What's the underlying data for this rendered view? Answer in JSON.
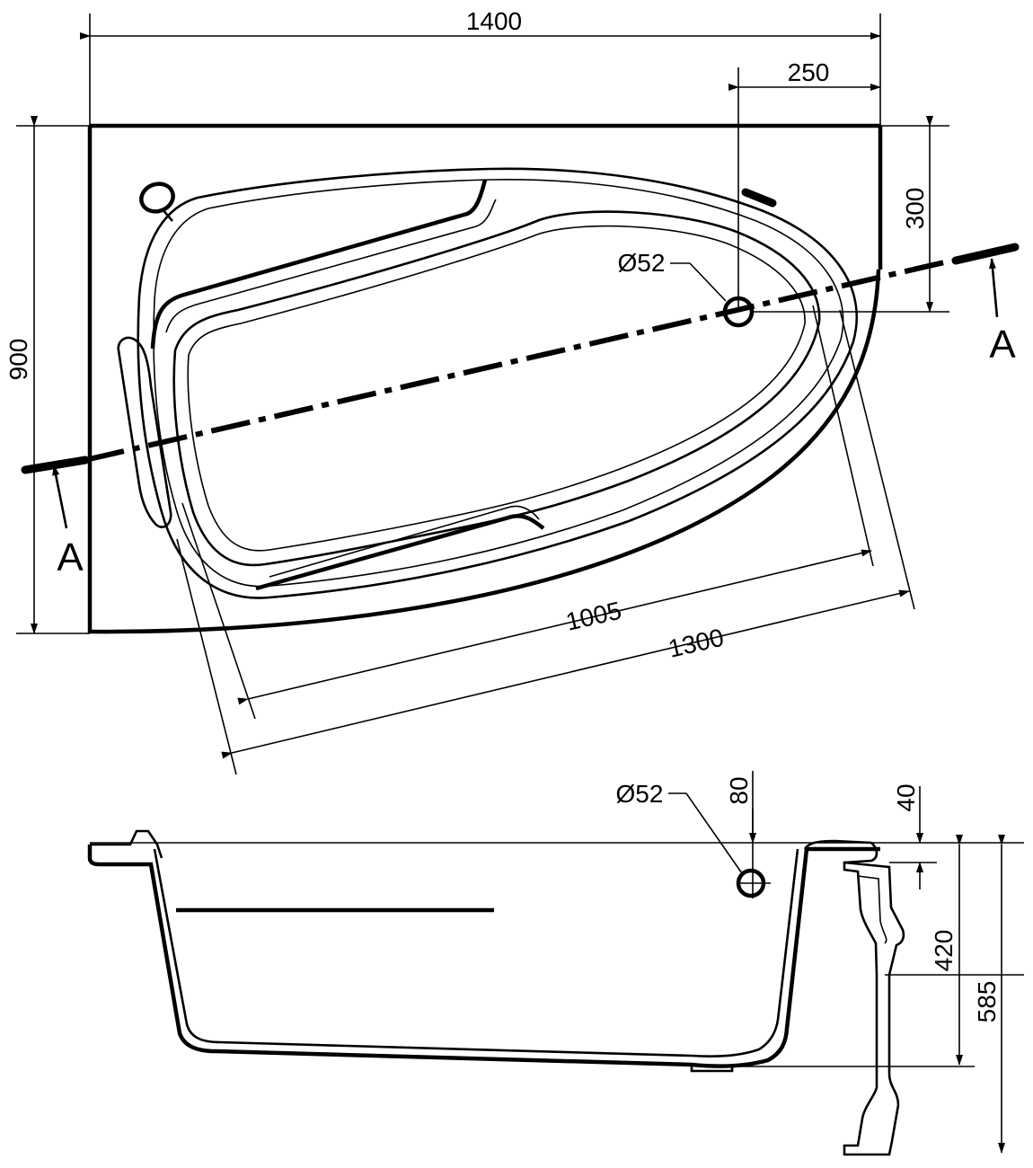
{
  "dimensions": {
    "plan_width": "1400",
    "plan_depth": "900",
    "drain_offset_x": "250",
    "drain_offset_y": "300",
    "drain_diameter_plan": "Ø52",
    "inner_length": "1005",
    "outer_length": "1300",
    "overflow_diameter_section": "Ø52",
    "overflow_height": "80",
    "rim_thickness": "40",
    "inner_depth": "420",
    "total_height": "585"
  },
  "section_marks": {
    "left": "A",
    "right": "A"
  }
}
